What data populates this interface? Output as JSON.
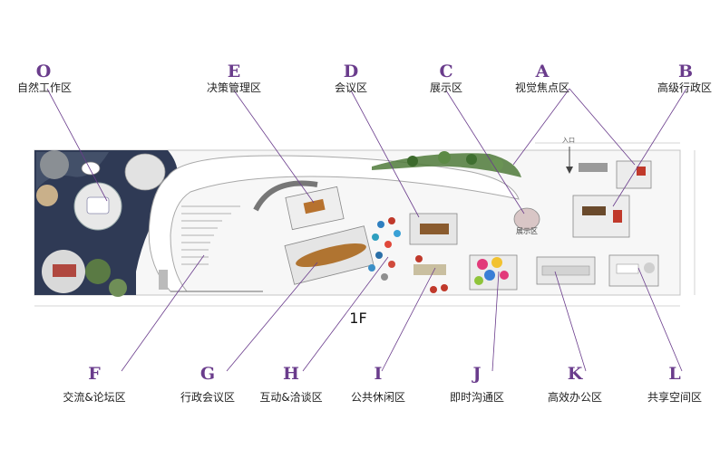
{
  "floor_label": "1F",
  "plan_tags": {
    "entrance": "入口",
    "showcase": "展示区"
  },
  "zones": {
    "O": {
      "letter": "O",
      "name": "自然工作区"
    },
    "E": {
      "letter": "E",
      "name": "决策管理区"
    },
    "D": {
      "letter": "D",
      "name": "会议区"
    },
    "C": {
      "letter": "C",
      "name": "展示区"
    },
    "A": {
      "letter": "A",
      "name": "视觉焦点区"
    },
    "B": {
      "letter": "B",
      "name": "高级行政区"
    },
    "F": {
      "letter": "F",
      "name": "交流&论坛区"
    },
    "G": {
      "letter": "G",
      "name": "行政会议区"
    },
    "H": {
      "letter": "H",
      "name": "互动&洽谈区"
    },
    "I": {
      "letter": "I",
      "name": "公共休闲区"
    },
    "J": {
      "letter": "J",
      "name": "即时沟通区"
    },
    "K": {
      "letter": "K",
      "name": "高效办公区"
    },
    "L": {
      "letter": "L",
      "name": "共享空间区"
    }
  },
  "colors": {
    "letter": "#6a3c8c",
    "leader": "#6a3c8c",
    "plan_outline": "#b8b8b8",
    "greenery": "#4f7a3a"
  }
}
